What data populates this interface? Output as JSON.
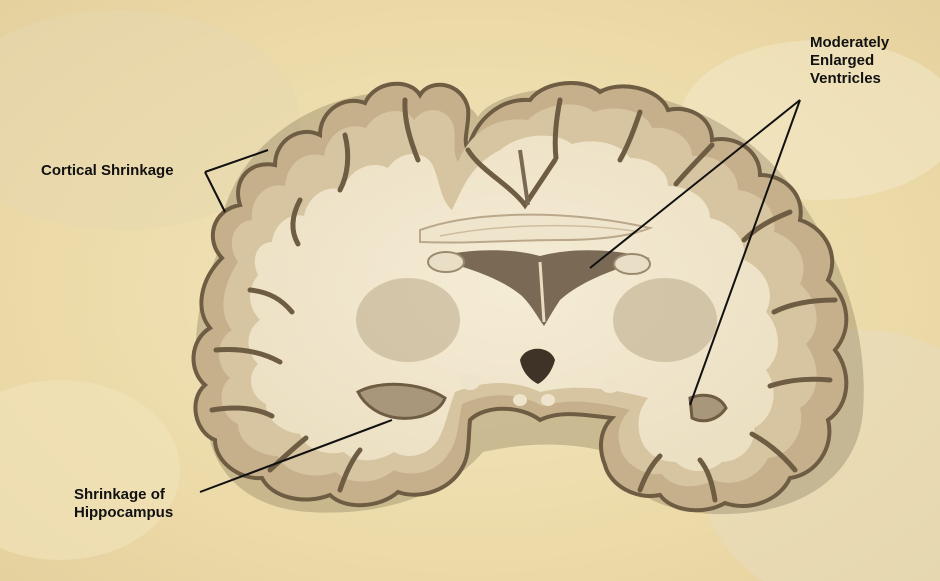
{
  "annotations": {
    "cortical_shrinkage": "Cortical Shrinkage",
    "enlarged_ventricles": {
      "line1": "Moderately",
      "line2": "Enlarged",
      "line3": "Ventricles"
    },
    "hippocampus_shrinkage": {
      "line1": "Shrinkage of",
      "line2": "Hippocampus"
    }
  },
  "colors": {
    "background_parchment": "#efe1b6",
    "cortex_gray_matter": "#c9b592",
    "cortex_edge": "#6e5c43",
    "white_matter": "#f1e7cf",
    "ventricle_dark": "#7a6a55",
    "leader_line": "#111111"
  }
}
